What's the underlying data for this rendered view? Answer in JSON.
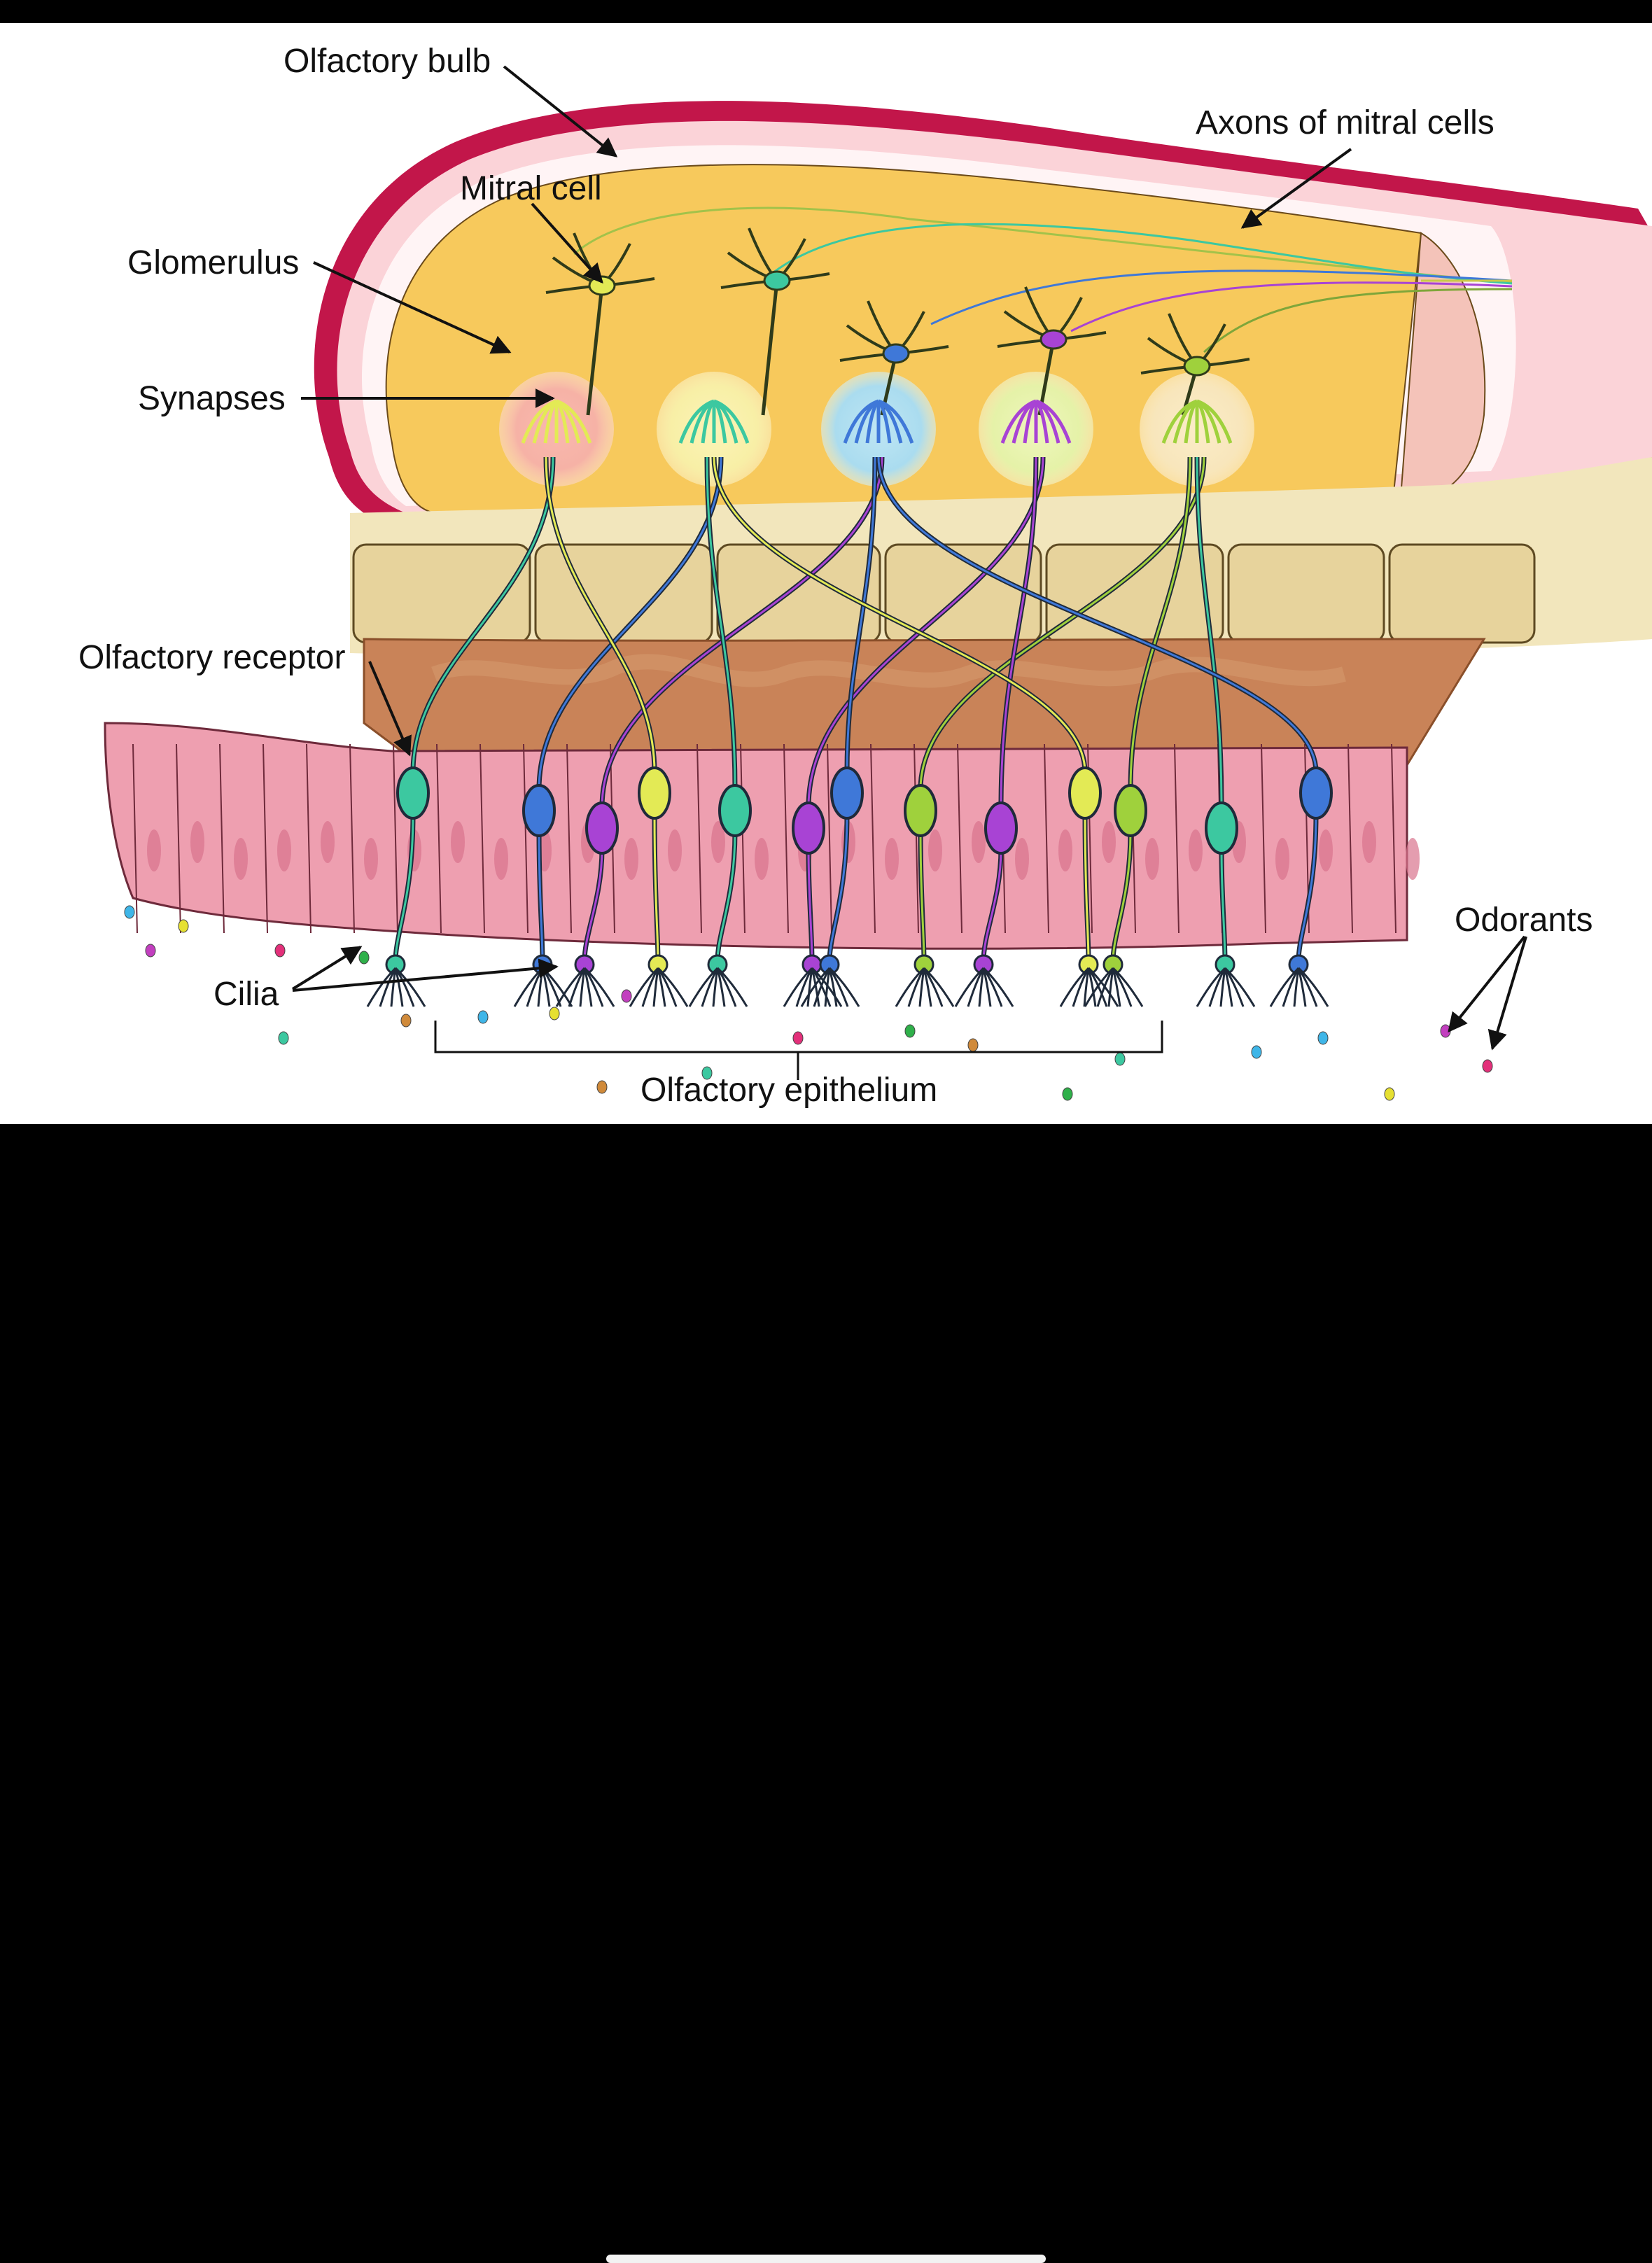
{
  "labels": {
    "olfactory_bulb": "Olfactory bulb",
    "mitral_cell": "Mitral cell",
    "glomerulus": "Glomerulus",
    "synapses": "Synapses",
    "axons_of_mitral_cells": "Axons of mitral cells",
    "olfactory_receptor": "Olfactory receptor",
    "cilia": "Cilia",
    "odorants": "Odorants",
    "olfactory_epithelium": "Olfactory epithelium"
  },
  "colors": {
    "bulb_fill": "#f7c95c",
    "bulb_outer": "#c2164a",
    "bulb_inner": "#fbd3d8",
    "bone": "#e7d39c",
    "lamina": "#c98358",
    "epithelium": "#ee9fb0",
    "neuron_teal": "#3cc8a0",
    "neuron_blue": "#3f78d8",
    "neuron_purple": "#a843d4",
    "neuron_yellow": "#e3ea55",
    "neuron_green": "#9fd13c"
  },
  "neuron_colors": [
    "teal",
    "blue",
    "purple",
    "yellow",
    "teal",
    "purple",
    "blue",
    "green",
    "purple",
    "yellow",
    "green",
    "teal",
    "blue"
  ],
  "glomerulus_colors": [
    "pink",
    "yellow",
    "blue",
    "green",
    "cream"
  ]
}
